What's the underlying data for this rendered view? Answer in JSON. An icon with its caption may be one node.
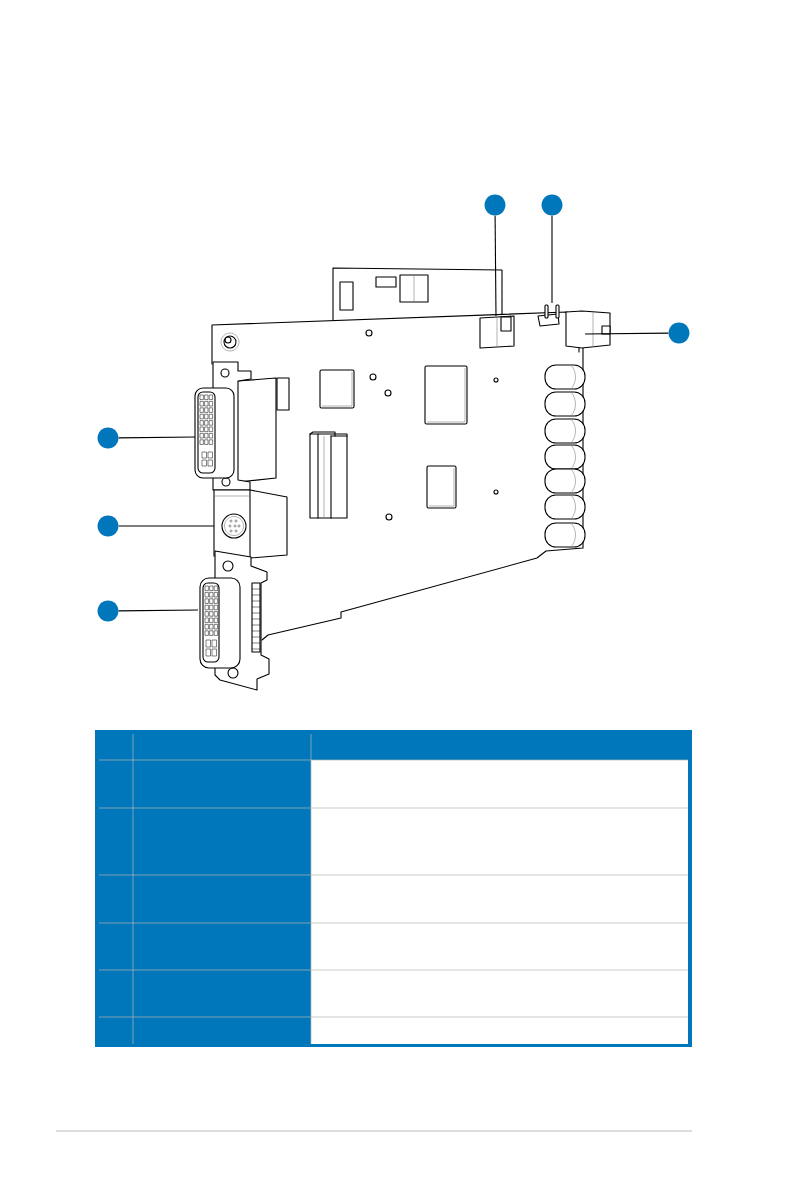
{
  "diagram": {
    "nodes": [
      {
        "text": [],
        "shape": "circle"
      },
      {
        "text": [],
        "shape": "circle"
      },
      {
        "text": [],
        "shape": "circle"
      },
      {
        "text": [],
        "shape": "circle"
      },
      {
        "text": [],
        "shape": "circle"
      },
      {
        "text": [],
        "shape": "circle"
      }
    ],
    "edges": [
      {
        "from": 0,
        "to": null,
        "arrow": "none"
      },
      {
        "from": 1,
        "to": null,
        "arrow": "none"
      },
      {
        "from": 2,
        "to": null,
        "arrow": "none"
      },
      {
        "from": 3,
        "to": null,
        "arrow": "none"
      },
      {
        "from": 4,
        "to": null,
        "arrow": "none"
      },
      {
        "from": 5,
        "to": null,
        "arrow": "none"
      }
    ]
  }
}
